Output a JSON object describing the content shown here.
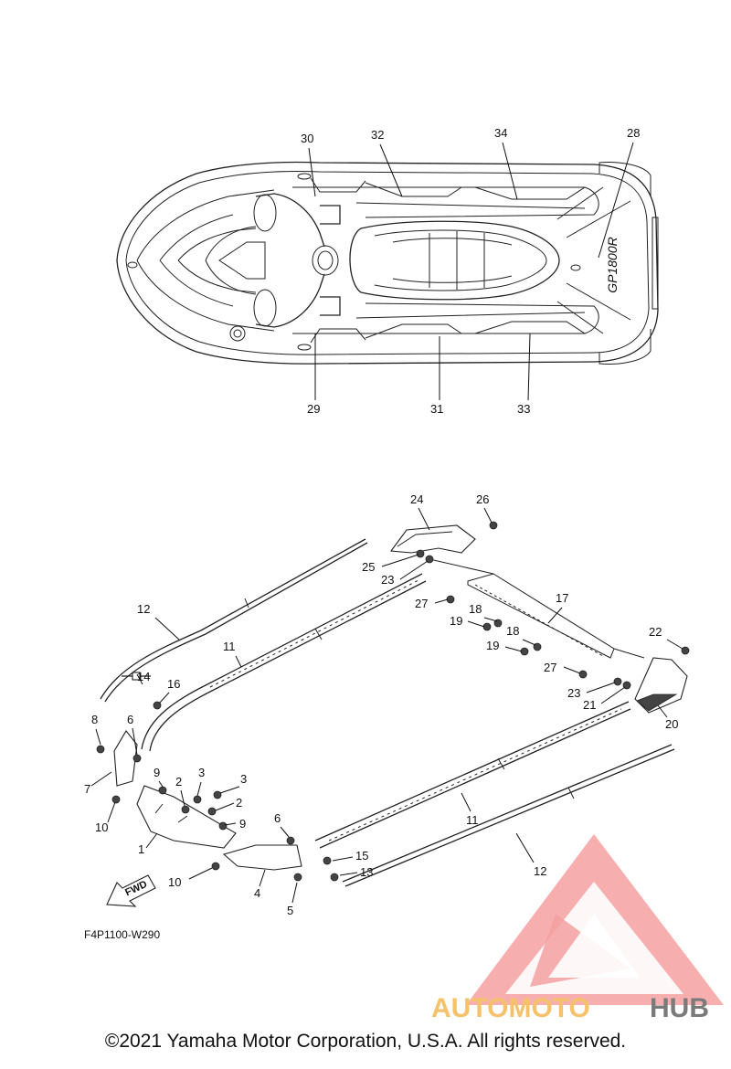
{
  "diagram": {
    "code": "F4P1100-W290",
    "fwd_label": "FWD",
    "hull_graphic_text": "GP1800R",
    "top_callouts": [
      {
        "id": "c30",
        "label": "30"
      },
      {
        "id": "c32",
        "label": "32"
      },
      {
        "id": "c34",
        "label": "34"
      },
      {
        "id": "c28",
        "label": "28"
      },
      {
        "id": "c29",
        "label": "29"
      },
      {
        "id": "c31",
        "label": "31"
      },
      {
        "id": "c33",
        "label": "33"
      }
    ],
    "bottom_callouts": [
      {
        "id": "b24",
        "label": "24"
      },
      {
        "id": "b26",
        "label": "26"
      },
      {
        "id": "b25",
        "label": "25"
      },
      {
        "id": "b23a",
        "label": "23"
      },
      {
        "id": "b27a",
        "label": "27"
      },
      {
        "id": "b17",
        "label": "17"
      },
      {
        "id": "b18a",
        "label": "18"
      },
      {
        "id": "b19a",
        "label": "19"
      },
      {
        "id": "b18b",
        "label": "18"
      },
      {
        "id": "b19b",
        "label": "19"
      },
      {
        "id": "b22",
        "label": "22"
      },
      {
        "id": "b27b",
        "label": "27"
      },
      {
        "id": "b23b",
        "label": "23"
      },
      {
        "id": "b21",
        "label": "21"
      },
      {
        "id": "b20",
        "label": "20"
      },
      {
        "id": "b12a",
        "label": "12"
      },
      {
        "id": "b11a",
        "label": "11"
      },
      {
        "id": "b14",
        "label": "14"
      },
      {
        "id": "b16",
        "label": "16"
      },
      {
        "id": "b8",
        "label": "8"
      },
      {
        "id": "b6a",
        "label": "6"
      },
      {
        "id": "b7",
        "label": "7"
      },
      {
        "id": "b9a",
        "label": "9"
      },
      {
        "id": "b2a",
        "label": "2"
      },
      {
        "id": "b3a",
        "label": "3"
      },
      {
        "id": "b3b",
        "label": "3"
      },
      {
        "id": "b2b",
        "label": "2"
      },
      {
        "id": "b10a",
        "label": "10"
      },
      {
        "id": "b9b",
        "label": "9"
      },
      {
        "id": "b1",
        "label": "1"
      },
      {
        "id": "b6b",
        "label": "6"
      },
      {
        "id": "b10b",
        "label": "10"
      },
      {
        "id": "b4",
        "label": "4"
      },
      {
        "id": "b5",
        "label": "5"
      },
      {
        "id": "b15",
        "label": "15"
      },
      {
        "id": "b13",
        "label": "13"
      },
      {
        "id": "b11b",
        "label": "11"
      },
      {
        "id": "b12b",
        "label": "12"
      }
    ]
  },
  "watermark": {
    "text_part1": "AUTOMOTO",
    "text_part2": "HUB",
    "color_primary": "#f08080",
    "color_accent": "#f5c26b",
    "color_dark": "#7a7a7a"
  },
  "copyright": "©2021 Yamaha Motor Corporation, U.S.A. All rights reserved."
}
